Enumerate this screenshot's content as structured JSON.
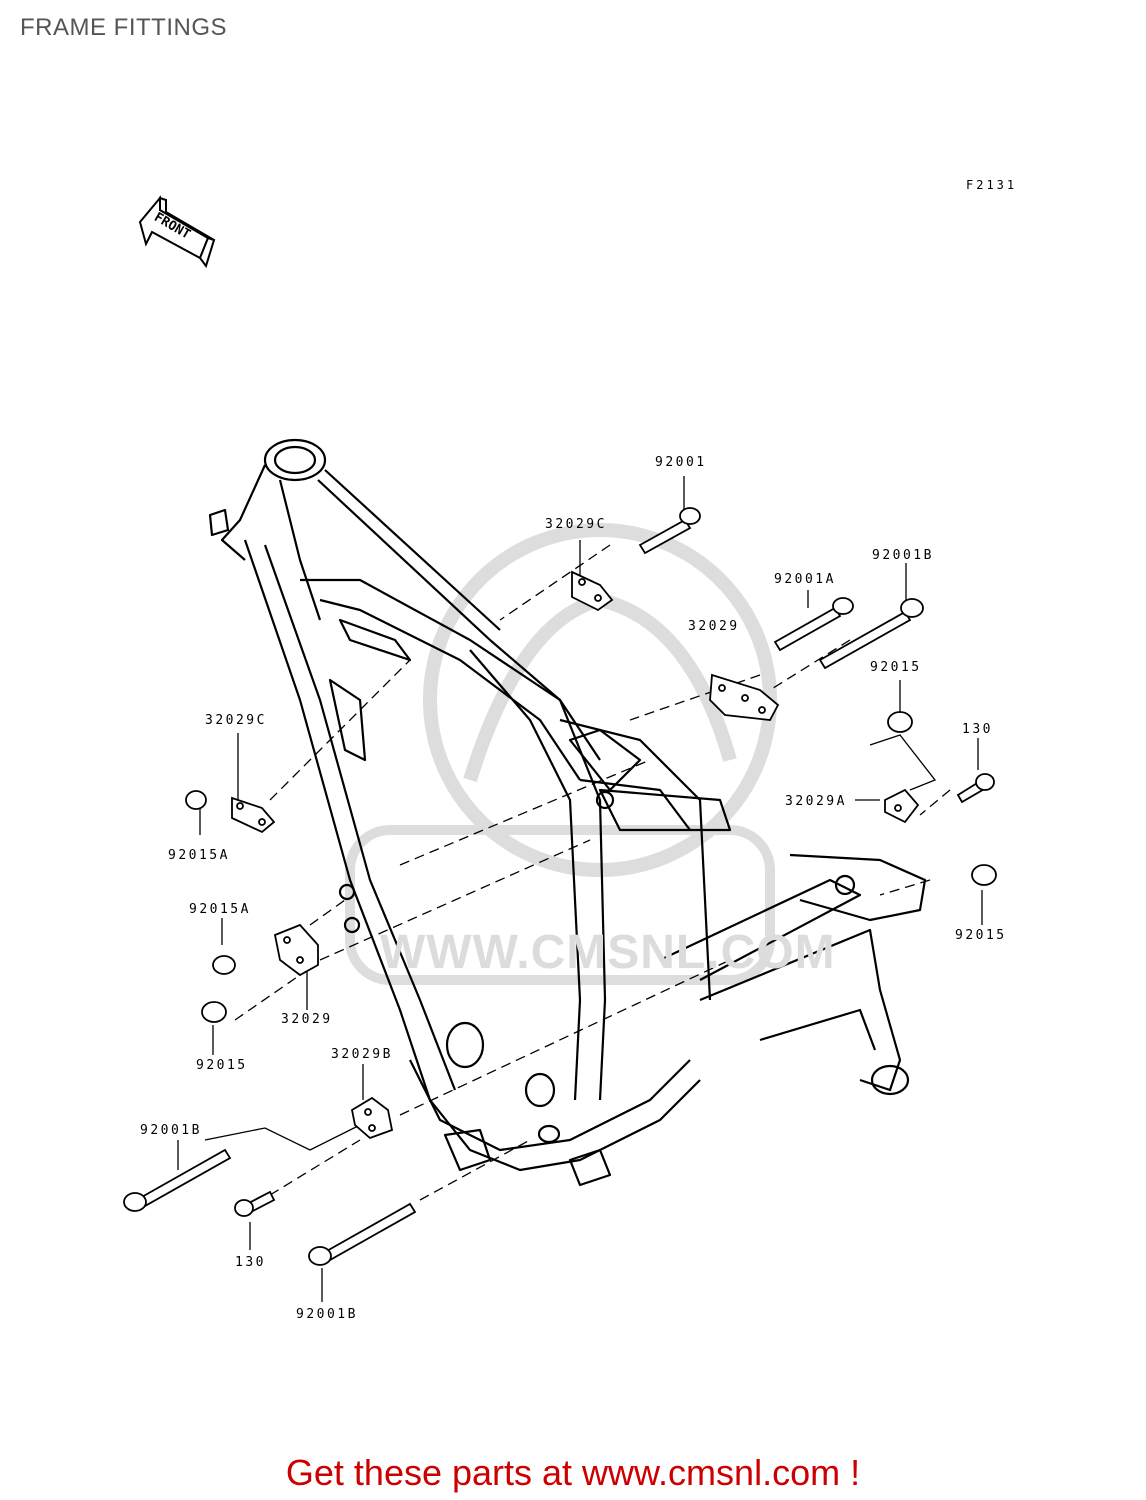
{
  "header": {
    "title": "FRAME FITTINGS"
  },
  "figure": {
    "code": "F2131",
    "front_arrow_label": "FRONT",
    "watermark": "WWW.CMSNL.COM",
    "callouts": {
      "c92001": "92001",
      "c32029C_top": "32029C",
      "c92001B_top": "92001B",
      "c92001A": "92001A",
      "c32029_right": "32029",
      "c92015_right_top": "92015",
      "c130_right": "130",
      "c32029A": "32029A",
      "c92015_right_bottom": "92015",
      "c32029C_left": "32029C",
      "c92015A_upper": "92015A",
      "c92015A_lower": "92015A",
      "c32029_left": "32029",
      "c92015_left": "92015",
      "c32029B": "32029B",
      "c92001B_left": "92001B",
      "c130_left": "130",
      "c92001B_bottom": "92001B"
    }
  },
  "footer": {
    "link_text": "Get these parts at www.cmsnl.com !"
  }
}
